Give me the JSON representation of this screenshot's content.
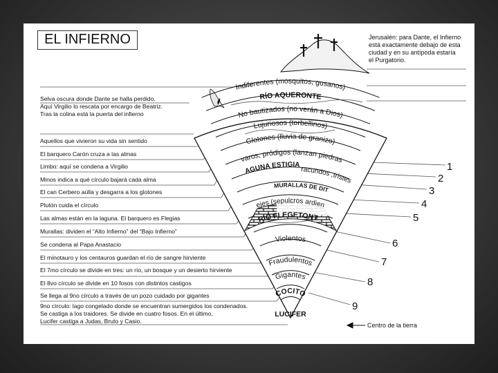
{
  "title": "EL INFIERNO",
  "jerusalem_note": "Jerusalén: para Dante, el Infierno\nestá exactamente debajo de esta\nciudad y en su antípoda estaría\nel Purgatorio.",
  "selva_note": "Selva oscura donde Dante se halla perdido.\nAquí Virgilio lo rescata por encargo de Beatriz.\nTras la colina está la puerta del infierno",
  "left_notes": [
    "Aquellos que vivieron su vida sin sentido",
    "El barquero Carón cruza a las almas",
    "Limbo: aquí se condena a Virgilio",
    "Minos indica a qué círculo bajará cada alma",
    "El can Cerbero aúlla y desgarra a los glotones",
    "Plutón cuida el círculo",
    "Las almas están en la laguna. El barquero es Flegias",
    "Murallas: dividen el “Alto Infierno” del “Bajo Infierno”",
    "Se condena al Papa Anastacio",
    "El minotauro y los centauros guardan el río de sangre hirviente",
    "El 7mo círculo se divide en tres: un río, un bosque y un desierto hirviente",
    "El 8vo círculo se divide en 10 fosos con distintos castigos",
    "Se llega al 9no círculo a través de un pozo cuidado por gigantes",
    "9no círculo: lago congelado donde se encuentran sumergidos los condenados.\nSe castiga a los traidores. Se divide en cuatro fosos. En el último,\nLucifer castiga a Judas, Bruto y Casio."
  ],
  "bands": [
    "Indiferentes (mosquitos, gusanos)",
    "RÍO AQUERONTE",
    "No bautizados (no verán a Dios)",
    "Lujuriosos (torbellinos)",
    "Glotones (lluvia de granizo)",
    "Avaros, pródigos (lanzan piedras)",
    "LAGUNA ESTIGIA",
    "Iracundos ,tristes",
    "MURALLAS DE DITE",
    "Herejes (sepulcros ardientes)",
    "RÍO FLEGETONTE",
    "Violentos",
    "Fraudulentos",
    "Gigantes",
    "COCITO",
    "LUCIFER"
  ],
  "circle_numbers": [
    "1",
    "2",
    "3",
    "4",
    "5",
    "6",
    "7",
    "8",
    "9"
  ],
  "center_label": "Centro de la tierra",
  "colors": {
    "ink": "#111111",
    "line": "#555555",
    "background": "#ffffff"
  },
  "icons": [
    "cross-icon",
    "arrow-left-icon"
  ]
}
